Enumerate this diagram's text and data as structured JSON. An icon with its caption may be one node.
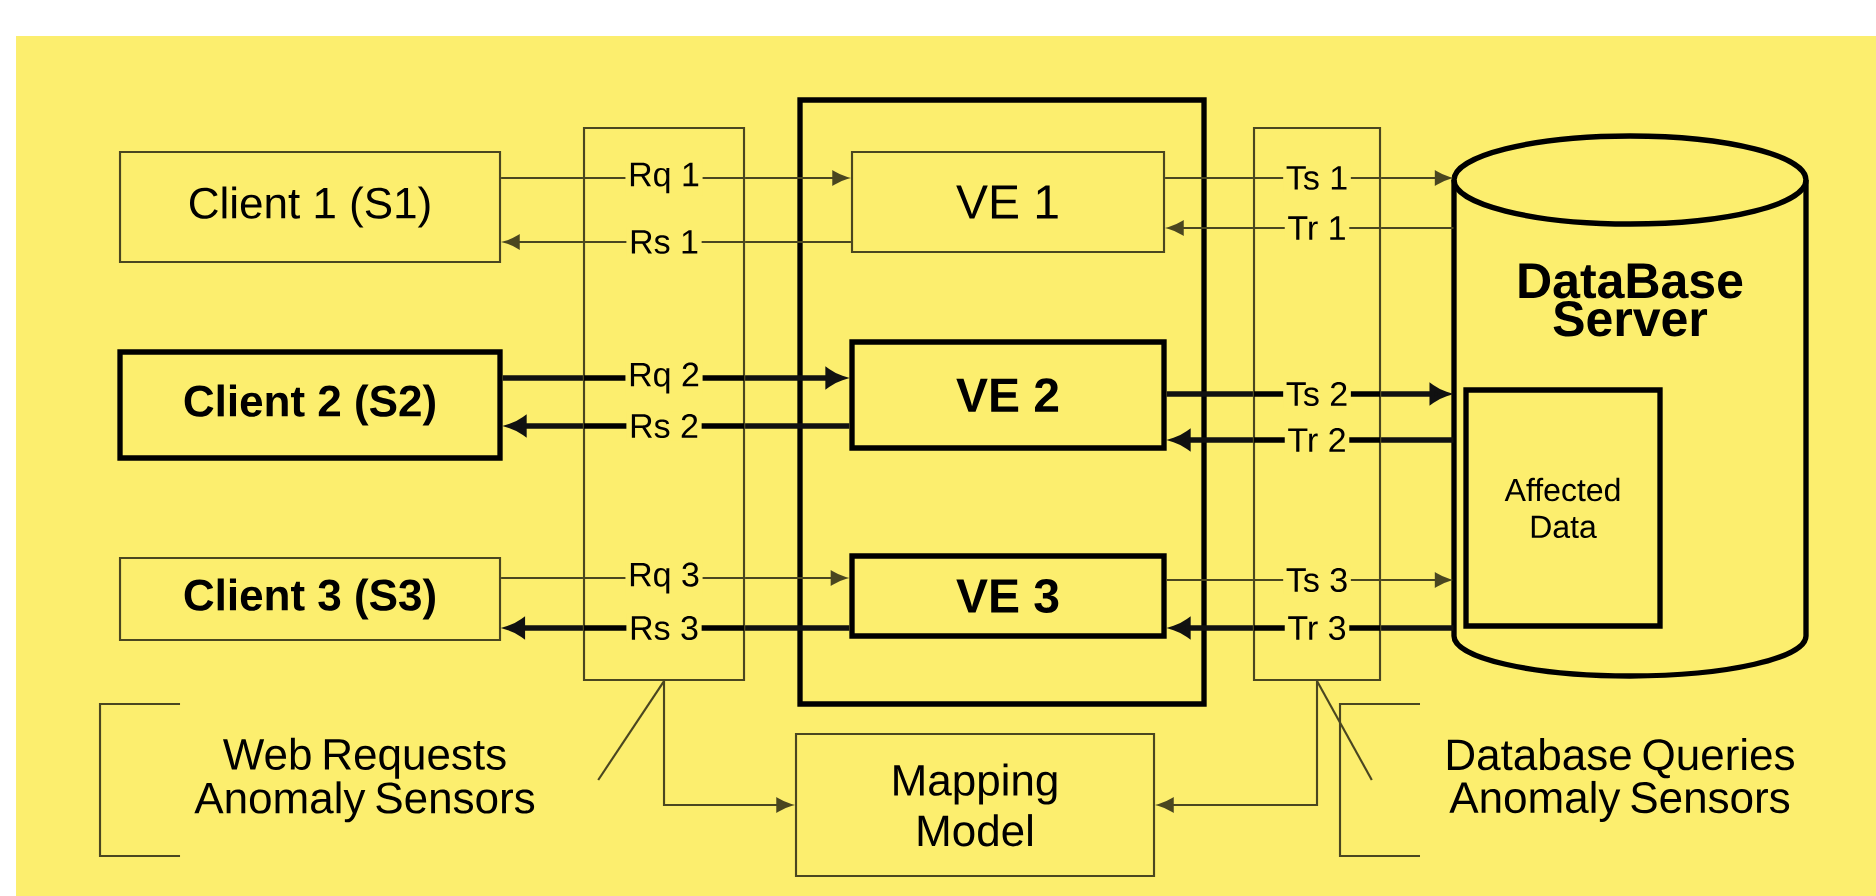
{
  "diagram": {
    "nodes": [
      {
        "text": [
          "Client 1 (S1)"
        ]
      },
      {
        "text": [
          "Client 2 (S2)"
        ]
      },
      {
        "text": [
          "Client 3 (S3)"
        ]
      },
      {
        "text": [
          "Rq 1",
          "Rs 1",
          "Rq 2",
          "Rs 2",
          "Rq 3",
          "Rs 3"
        ]
      },
      {
        "text": [],
        "shape": "box"
      },
      {
        "text": [
          "VE 1"
        ],
        "in": 4
      },
      {
        "text": [
          "VE 2"
        ],
        "in": 4
      },
      {
        "text": [
          "VE 3"
        ],
        "in": 4
      },
      {
        "text": [
          "Ts 1",
          "Tr 1",
          "Ts 2",
          "Tr 2",
          "Ts 3",
          "Tr 3"
        ]
      },
      {
        "text": [
          "DataBase Server"
        ]
      },
      {
        "text": [
          "Affected Data"
        ],
        "in": 9
      },
      {
        "text": [
          "Mapping Model"
        ]
      },
      {
        "text": [
          "Web Requests Anomaly Sensors"
        ]
      },
      {
        "text": [
          "Database Queries Anomaly Sensors"
        ]
      }
    ],
    "edges": [
      {
        "from": 0,
        "to": 3,
        "arrow": "none"
      },
      {
        "from": 3,
        "to": 5,
        "arrow": "to"
      },
      {
        "from": 5,
        "to": 3,
        "arrow": "none"
      },
      {
        "from": 3,
        "to": 0,
        "arrow": "to"
      },
      {
        "from": 1,
        "to": 3,
        "arrow": "none",
        "style": "thick",
        "color": "#111111"
      },
      {
        "from": 3,
        "to": 6,
        "arrow": "to",
        "style": "thick",
        "color": "#111111"
      },
      {
        "from": 6,
        "to": 3,
        "arrow": "none",
        "style": "thick",
        "color": "#111111"
      },
      {
        "from": 3,
        "to": 1,
        "arrow": "to",
        "style": "thick",
        "color": "#111111"
      },
      {
        "from": 2,
        "to": 3,
        "arrow": "none"
      },
      {
        "from": 3,
        "to": 7,
        "arrow": "to"
      },
      {
        "from": 7,
        "to": 3,
        "arrow": "none",
        "style": "thick",
        "color": "#111111"
      },
      {
        "from": 3,
        "to": 2,
        "arrow": "to",
        "style": "thick",
        "color": "#111111"
      },
      {
        "from": 5,
        "to": 8,
        "arrow": "none"
      },
      {
        "from": 8,
        "to": 9,
        "arrow": "to"
      },
      {
        "from": 9,
        "to": 8,
        "arrow": "none"
      },
      {
        "from": 8,
        "to": 5,
        "arrow": "to"
      },
      {
        "from": 6,
        "to": 8,
        "arrow": "none",
        "style": "thick",
        "color": "#111111"
      },
      {
        "from": 8,
        "to": 9,
        "arrow": "to",
        "style": "thick",
        "color": "#111111"
      },
      {
        "from": 9,
        "to": 8,
        "arrow": "none",
        "style": "thick",
        "color": "#111111"
      },
      {
        "from": 8,
        "to": 6,
        "arrow": "to",
        "style": "thick",
        "color": "#111111"
      },
      {
        "from": 7,
        "to": 8,
        "arrow": "none"
      },
      {
        "from": 8,
        "to": 9,
        "arrow": "to"
      },
      {
        "from": 9,
        "to": 8,
        "arrow": "none",
        "style": "thick",
        "color": "#111111"
      },
      {
        "from": 8,
        "to": 7,
        "arrow": "to",
        "style": "thick",
        "color": "#111111"
      },
      {
        "from": 3,
        "to": 11,
        "arrow": "to"
      },
      {
        "from": 8,
        "to": 11,
        "arrow": "to"
      },
      {
        "from": 12,
        "to": 3,
        "arrow": "none"
      },
      {
        "from": 13,
        "to": 8,
        "arrow": "none"
      }
    ]
  }
}
